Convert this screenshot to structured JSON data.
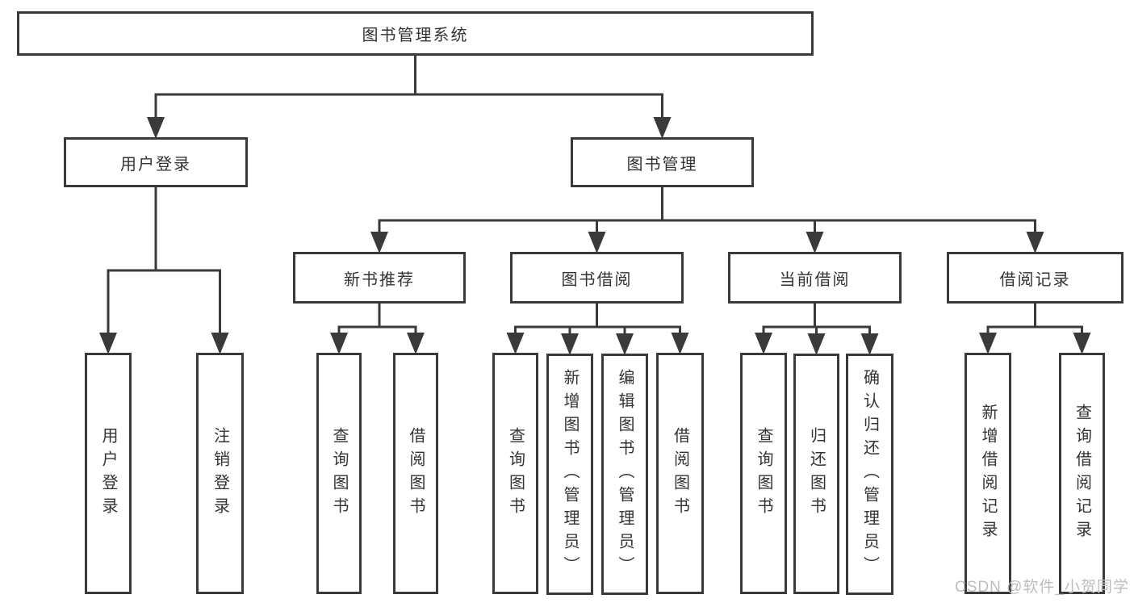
{
  "diagram": {
    "title": "图书管理系统",
    "watermark": "CSDN @软件_小贺同学",
    "colors": {
      "line": "#3a3a3a",
      "text": "#333333",
      "box_bg": "#ffffff",
      "watermark": "#bdbdbd"
    },
    "nodes": [
      {
        "id": "root",
        "label": "图书管理系统",
        "parent": null,
        "orientation": "horizontal"
      },
      {
        "id": "login",
        "label": "用户登录",
        "parent": "root",
        "orientation": "horizontal"
      },
      {
        "id": "mgmt",
        "label": "图书管理",
        "parent": "root",
        "orientation": "horizontal"
      },
      {
        "id": "newbook",
        "label": "新书推荐",
        "parent": "mgmt",
        "orientation": "horizontal"
      },
      {
        "id": "borrow",
        "label": "图书借阅",
        "parent": "mgmt",
        "orientation": "horizontal"
      },
      {
        "id": "current",
        "label": "当前借阅",
        "parent": "mgmt",
        "orientation": "horizontal"
      },
      {
        "id": "records",
        "label": "借阅记录",
        "parent": "mgmt",
        "orientation": "horizontal"
      },
      {
        "id": "user-login",
        "label": "用户登录",
        "parent": "login",
        "orientation": "vertical"
      },
      {
        "id": "logout",
        "label": "注销登录",
        "parent": "login",
        "orientation": "vertical"
      },
      {
        "id": "nb-query",
        "label": "查询图书",
        "parent": "newbook",
        "orientation": "vertical"
      },
      {
        "id": "nb-borrow",
        "label": "借阅图书",
        "parent": "newbook",
        "orientation": "vertical"
      },
      {
        "id": "bw-query",
        "label": "查询图书",
        "parent": "borrow",
        "orientation": "vertical"
      },
      {
        "id": "bw-add",
        "label": "新增图书（管理员）",
        "parent": "borrow",
        "orientation": "vertical"
      },
      {
        "id": "bw-edit",
        "label": "编辑图书（管理员）",
        "parent": "borrow",
        "orientation": "vertical"
      },
      {
        "id": "bw-borrow",
        "label": "借阅图书",
        "parent": "borrow",
        "orientation": "vertical"
      },
      {
        "id": "cur-query",
        "label": "查询图书",
        "parent": "current",
        "orientation": "vertical"
      },
      {
        "id": "cur-return",
        "label": "归还图书",
        "parent": "current",
        "orientation": "vertical"
      },
      {
        "id": "cur-confirm",
        "label": "确认归还（管理员）",
        "parent": "current",
        "orientation": "vertical"
      },
      {
        "id": "rec-add",
        "label": "新增借阅记录",
        "parent": "records",
        "orientation": "vertical"
      },
      {
        "id": "rec-query",
        "label": "查询借阅记录",
        "parent": "records",
        "orientation": "vertical"
      }
    ]
  }
}
